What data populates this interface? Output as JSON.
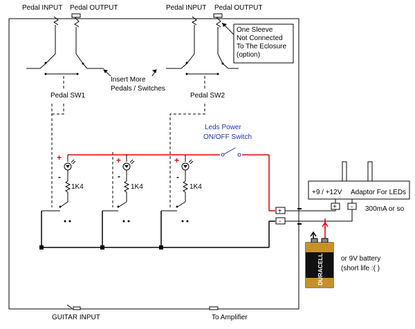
{
  "labels": {
    "pedal_input_1": "Pedal INPUT",
    "pedal_output_1": "Pedal OUTPUT",
    "pedal_input_2": "Pedal INPUT",
    "pedal_output_2": "Pedal OUTPUT",
    "note_line1": "One Sleeve",
    "note_line2": "Not Connected",
    "note_line3": "To The Eclosure",
    "note_line4": "(option)",
    "insert_line1": "Insert More",
    "insert_line2": "Pedals / Switches",
    "pedal_sw1": "Pedal SW1",
    "pedal_sw2": "Pedal SW2",
    "leds_power_line1": "Leds Power",
    "leds_power_line2": "ON/OFF Switch",
    "resistor_1": "1K4",
    "resistor_2": "1K4",
    "resistor_3": "1K4",
    "adaptor_voltage": "+9 / +12V",
    "adaptor_label": "Adaptor For LEDs",
    "adaptor_current": "300mA or so",
    "battery_line1": "or 9V battery",
    "battery_line2": "(short life :( )",
    "battery_brand": "DURACELL",
    "guitar_input": "GUITAR INPUT",
    "to_amplifier": "To Amplifier"
  },
  "colors": {
    "wire": "#000000",
    "led_wire": "#e00000",
    "annotation": "#1f2fb5",
    "battery_gold": "#c8902a",
    "battery_black": "#111111"
  }
}
